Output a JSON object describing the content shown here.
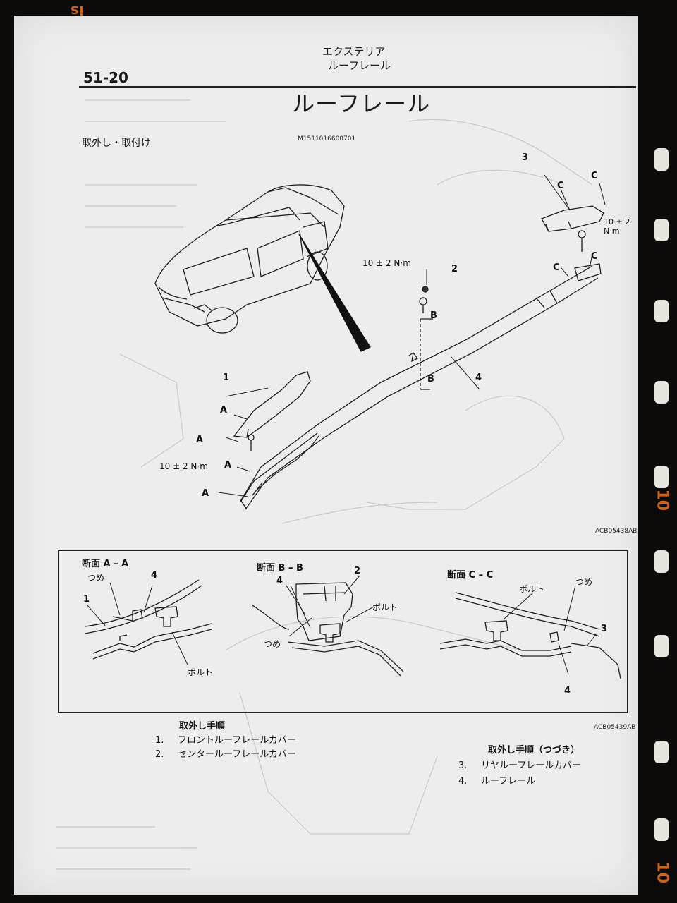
{
  "header": {
    "page_number": "51-20",
    "section": "エクステリア",
    "subsection": "ルーフレール"
  },
  "title": "ルーフレール",
  "subtitle": "取外し・取付け",
  "doc_code": "M1511016600701",
  "main_diagram": {
    "callouts": {
      "part1": "1",
      "part2": "2",
      "part3": "3",
      "part4": "4"
    },
    "torque": {
      "front": "10 ± 2 N·m",
      "center": "10 ± 2 N·m",
      "rear": "10 ± 2 N·m"
    },
    "section_marks": {
      "a": "A",
      "b": "B",
      "c": "C"
    },
    "figure_code": "ACB05438AB"
  },
  "sections": {
    "aa": {
      "title": "断面 A – A",
      "tsume": "つめ",
      "part4": "4",
      "part1": "1",
      "bolt": "ボルト"
    },
    "bb": {
      "title": "断面 B – B",
      "part4": "4",
      "part2": "2",
      "bolt": "ボルト",
      "tsume": "つめ"
    },
    "cc": {
      "title": "断面 C – C",
      "bolt": "ボルト",
      "tsume": "つめ",
      "part3": "3",
      "part4": "4"
    },
    "figure_code": "ACB05439AB"
  },
  "procedure": {
    "heading": "取外し手順",
    "items": [
      {
        "num": "1.",
        "text": "フロントルーフレールカバー"
      },
      {
        "num": "2.",
        "text": "センタールーフレールカバー"
      }
    ]
  },
  "procedure_cont": {
    "heading": "取外し手順（つづき）",
    "items": [
      {
        "num": "3.",
        "text": "リヤルーフレールカバー"
      },
      {
        "num": "4.",
        "text": "ルーフレール"
      }
    ]
  },
  "film": {
    "edge_mark_top": "ls",
    "edge_number_1": "10",
    "edge_number_2": "10"
  }
}
